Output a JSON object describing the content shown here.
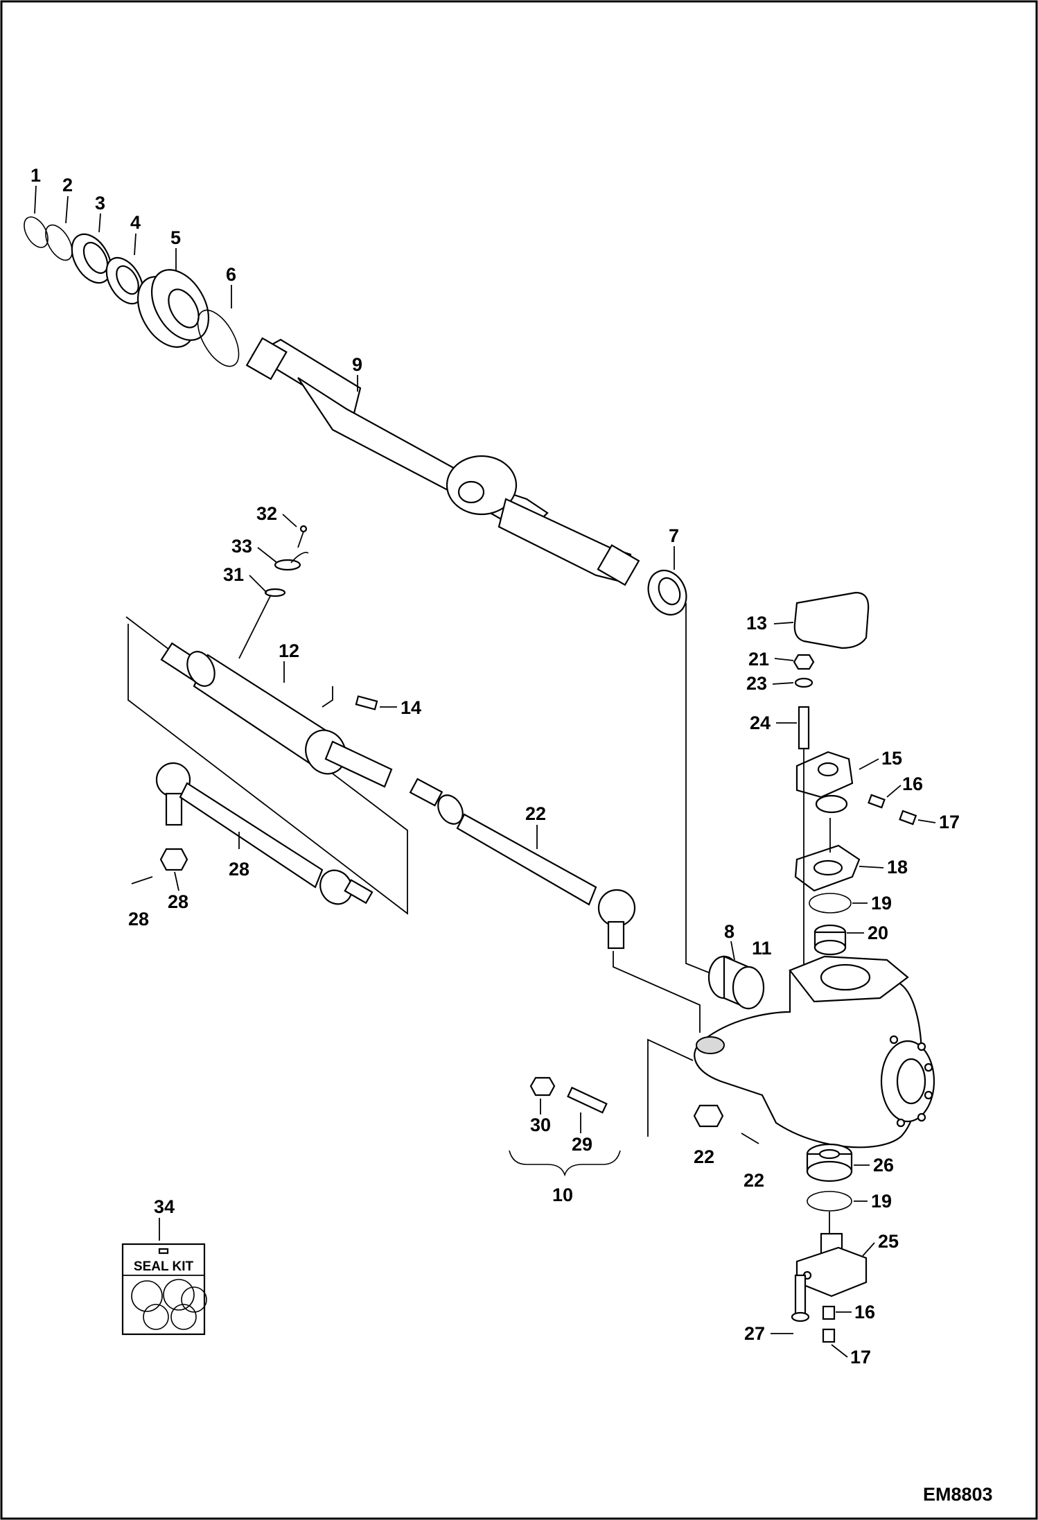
{
  "drawing_code": "EM8803",
  "seal_kit_label": "SEAL KIT",
  "callouts": {
    "c1": "1",
    "c2": "2",
    "c3": "3",
    "c4": "4",
    "c5": "5",
    "c6": "6",
    "c7": "7",
    "c8": "8",
    "c9": "9",
    "c10": "10",
    "c11": "11",
    "c12": "12",
    "c13": "13",
    "c14": "14",
    "c15": "15",
    "c16a": "16",
    "c16b": "16",
    "c17a": "17",
    "c17b": "17",
    "c18": "18",
    "c19a": "19",
    "c19b": "19",
    "c20": "20",
    "c21": "21",
    "c22a": "22",
    "c22b": "22",
    "c22c": "22",
    "c23": "23",
    "c24": "24",
    "c25": "25",
    "c26": "26",
    "c27": "27",
    "c28a": "28",
    "c28b": "28",
    "c28c": "28",
    "c29": "29",
    "c30": "30",
    "c31": "31",
    "c32": "32",
    "c33": "33",
    "c34": "34"
  }
}
